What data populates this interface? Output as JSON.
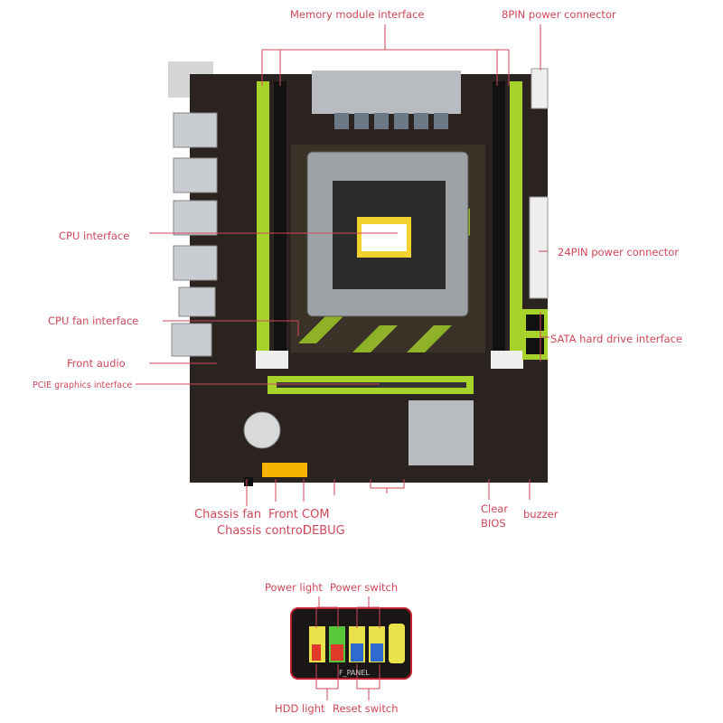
{
  "labels": {
    "memory": "Memory module interface",
    "pin8": "8PIN power connector",
    "cpu": "CPU interface",
    "pin24": "24PIN power connector",
    "cpu_fan": "CPU fan interface",
    "sata": "SATA hard drive interface",
    "front_audio": "Front audio",
    "pcie": "PCIE graphics interface",
    "chassis_fan": "Chassis fan",
    "chassis_control": "Chassis control",
    "front_com": "Front COM",
    "debug": "DEBUG",
    "clear_bios": "Clear\nBIOS",
    "buzzer": "buzzer",
    "power_light": "Power light",
    "power_switch": "Power switch",
    "hdd_light": "HDD light",
    "reset_switch": "Reset switch",
    "f_panel_silk": "F_PANEL"
  },
  "colors": {
    "label": "#d0485a",
    "board": "#2a2320",
    "slot_green": "#a6d22a",
    "heatsink": "#b8bcc0"
  }
}
